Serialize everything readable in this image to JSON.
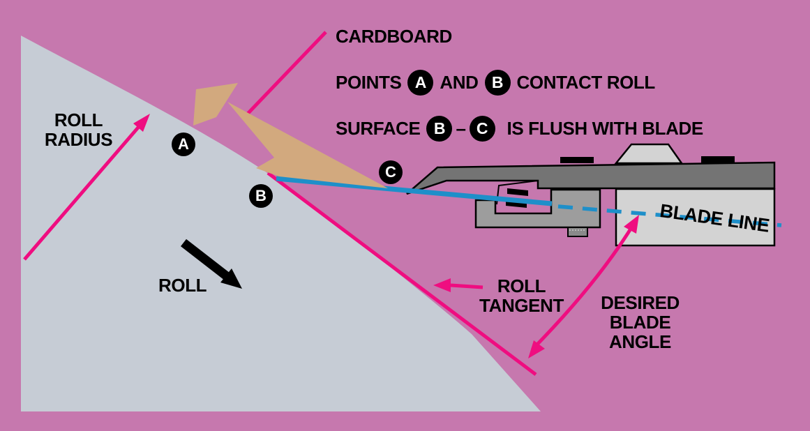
{
  "colors": {
    "background": "#C678AE",
    "accent_pink": "#EF0D80",
    "roll_gray": "#C6CCD5",
    "cardboard_tan": "#D2A97E",
    "bar_dark_gray": "#747474",
    "bracket_gray": "#9D9D9D",
    "panel_light_gray": "#D3D3D3",
    "tab_gray": "#8A8A8A",
    "blade_blue": "#1E8FC9",
    "ink": "#000000"
  },
  "annotations": {
    "cardboard_label": "CARDBOARD",
    "points_line": {
      "prefix": "POINTS",
      "point_a": "A",
      "conjunction": "AND",
      "point_b": "B",
      "suffix": "CONTACT ROLL"
    },
    "surface_line": {
      "prefix": "SURFACE",
      "point_b": "B",
      "dash": "–",
      "point_c": "C",
      "suffix": "IS FLUSH WITH BLADE"
    },
    "roll_radius": {
      "line1": "ROLL",
      "line2": "RADIUS"
    },
    "roll_direction": "ROLL",
    "roll_tangent": {
      "line1": "ROLL",
      "line2": "TANGENT"
    },
    "desired_blade_angle": {
      "line1": "DESIRED",
      "line2": "BLADE",
      "line3": "ANGLE"
    },
    "blade_line": "BLADE LINE"
  },
  "points": {
    "a": "A",
    "b": "B",
    "c": "C"
  }
}
